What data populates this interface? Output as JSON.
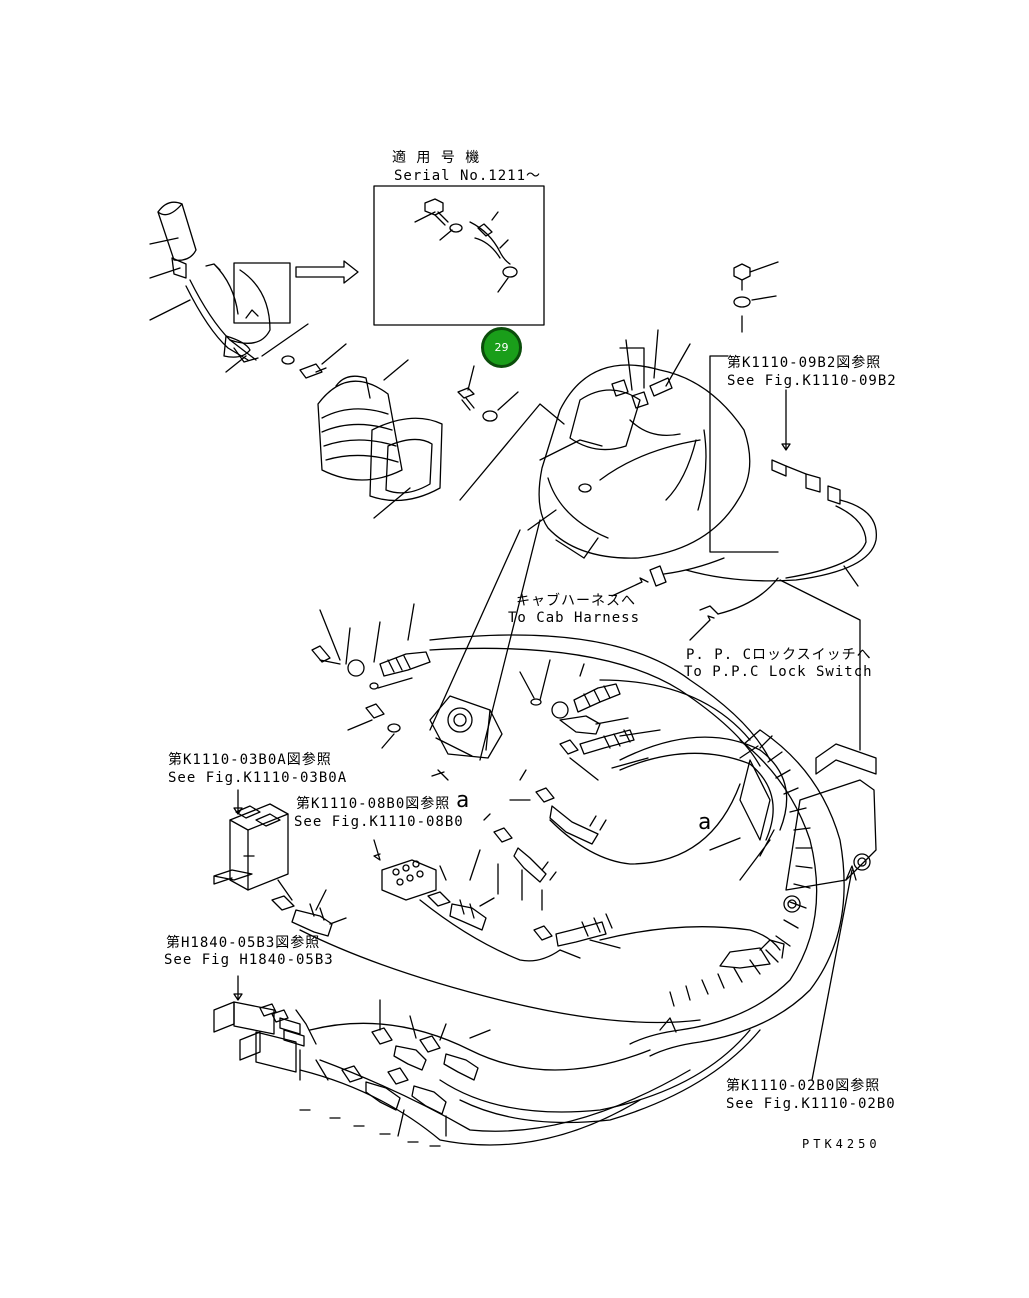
{
  "serial_box": {
    "title_jp": "適 用 号 機",
    "title_en": "Serial No.1211～"
  },
  "callout": {
    "number": "29",
    "color": "#1a9e1a"
  },
  "refs": {
    "k1110_09b2_jp": "第K1110-09B2図参照",
    "k1110_09b2_en": "See Fig.K1110-09B2",
    "cab_harness_jp": "キャブハーネスへ",
    "cab_harness_en": "To Cab Harness",
    "ppc_lock_jp": "P. P. Cロックスイッチへ",
    "ppc_lock_en": "To P.P.C Lock Switch",
    "k1110_03b0a_jp": "第K1110-03B0A図参照",
    "k1110_03b0a_en": "See Fig.K1110-03B0A",
    "k1110_08b0_jp": "第K1110-08B0図参照",
    "k1110_08b0_en": "See Fig.K1110-08B0",
    "h1840_05b3_jp": "第H1840-05B3図参照",
    "h1840_05b3_en": "See Fig H1840-05B3",
    "k1110_02b0_jp": "第K1110-02B0図参照",
    "k1110_02b0_en": "See Fig.K1110-02B0"
  },
  "markers": {
    "a1": "a",
    "a2": "a"
  },
  "drawing_number": "PTK4250"
}
